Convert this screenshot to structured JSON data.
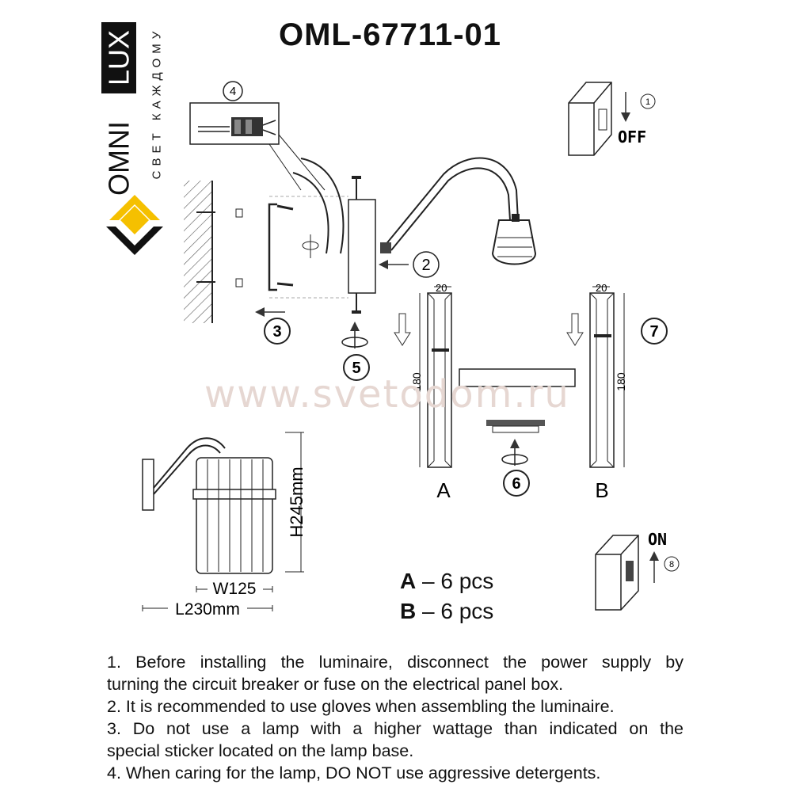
{
  "title": "OML-67711-01",
  "brand": {
    "name_left": "OMNI",
    "name_right": "LUX",
    "tagline": "СВЕТ КАЖДОМУ",
    "accent": "#f5c000"
  },
  "watermark": "www.svetodom.ru",
  "steps": [
    "1",
    "2",
    "3",
    "4",
    "5",
    "6",
    "7",
    "8"
  ],
  "switch_off": "OFF",
  "switch_on": "ON",
  "crystal_a": {
    "label": "A",
    "width": "20",
    "height": "180"
  },
  "crystal_b": {
    "label": "B",
    "width": "20",
    "height": "180"
  },
  "dimensions": {
    "height": "H245mm",
    "width": "W125",
    "length": "L230mm"
  },
  "counts": [
    {
      "label": "A",
      "text": " – 6 pcs"
    },
    {
      "label": "B",
      "text": " – 6 pcs"
    }
  ],
  "instructions": [
    "1. Before installing the luminaire, disconnect the power supply by",
    "turning the circuit breaker or fuse on the electrical panel box.",
    "2. It is recommended to use gloves when assembling the luminaire.",
    "3. Do not use a lamp with a higher wattage than indicated on the",
    "special sticker located on the lamp base.",
    "4. When caring for the lamp, DO NOT use aggressive detergents."
  ]
}
